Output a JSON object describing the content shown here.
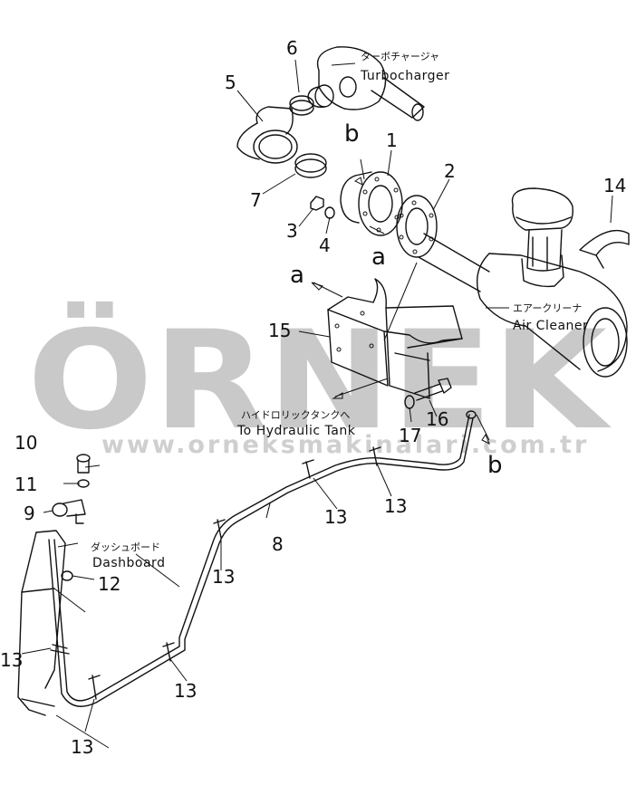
{
  "watermark": {
    "brand": "ÖRNEK",
    "url": "www.orneksmakinalari.com.tr",
    "accent": "#f2c45a",
    "gray": "#c9c9c9"
  },
  "captions": {
    "turbo_jp": "ターボチャージャ",
    "turbo_en": "Turbocharger",
    "air_jp": "エアークリーナ",
    "air_en": "Air Cleaner",
    "hyd_jp": "ハイドロリックタンクへ",
    "hyd_en": "To Hydraulic Tank",
    "dash_jp": "ダッシュボード",
    "dash_en": "Dashboard"
  },
  "callouts": {
    "n1": "1",
    "n2": "2",
    "n3": "3",
    "n4": "4",
    "n5": "5",
    "n6": "6",
    "n7": "7",
    "n8": "8",
    "n9": "9",
    "n10": "10",
    "n11": "11",
    "n12": "12",
    "n13": "13",
    "n14": "14",
    "n15": "15",
    "n16": "16",
    "n17": "17",
    "a": "a",
    "b": "b"
  }
}
